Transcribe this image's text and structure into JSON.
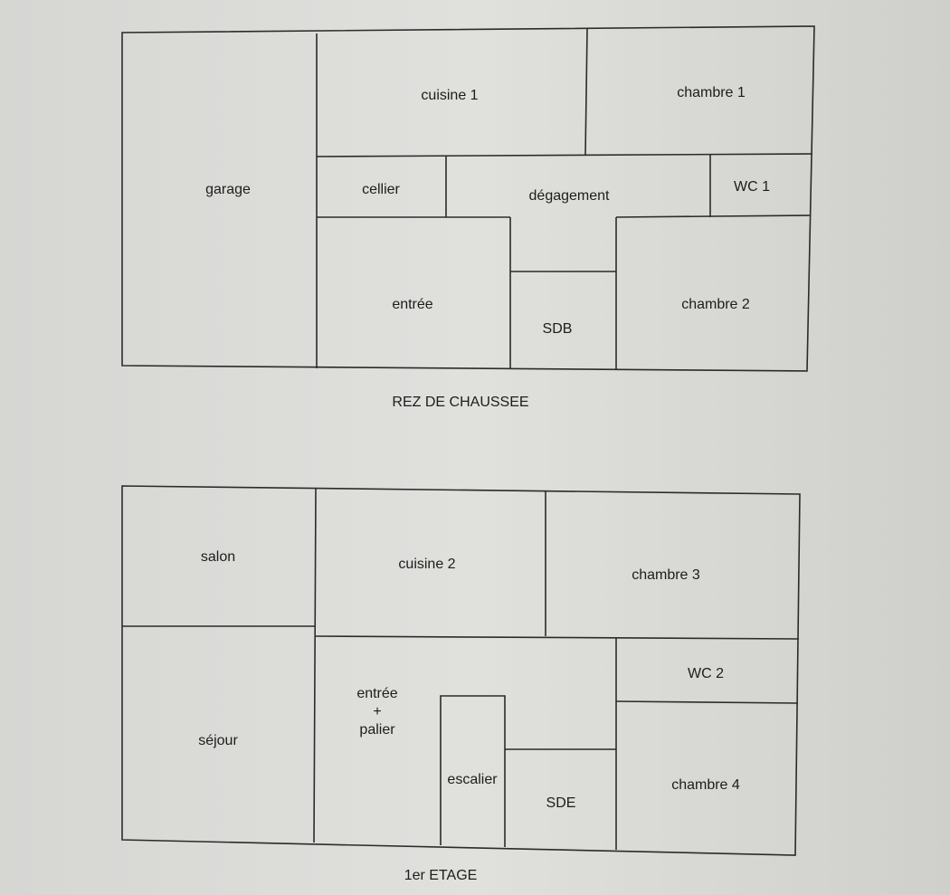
{
  "ground_floor": {
    "caption": "REZ DE CHAUSSEE",
    "rooms": {
      "garage": "garage",
      "cuisine": "cuisine 1",
      "chambre_1": "chambre 1",
      "cellier": "cellier",
      "degagement": "dégagement",
      "wc": "WC 1",
      "entree": "entrée",
      "sdb": "SDB",
      "chambre_2": "chambre 2"
    }
  },
  "first_floor": {
    "caption": "1er ETAGE",
    "rooms": {
      "salon": "salon",
      "cuisine": "cuisine 2",
      "chambre_3": "chambre 3",
      "sejour": "séjour",
      "entree_line1": "entrée",
      "entree_line2": "+",
      "entree_line3": "palier",
      "escalier": "escalier",
      "wc": "WC 2",
      "sde": "SDE",
      "chambre_4": "chambre 4"
    }
  },
  "colors": {
    "paper": "#dcdcd8",
    "walls": "#2b2b2b",
    "text": "#1d1d1d"
  }
}
